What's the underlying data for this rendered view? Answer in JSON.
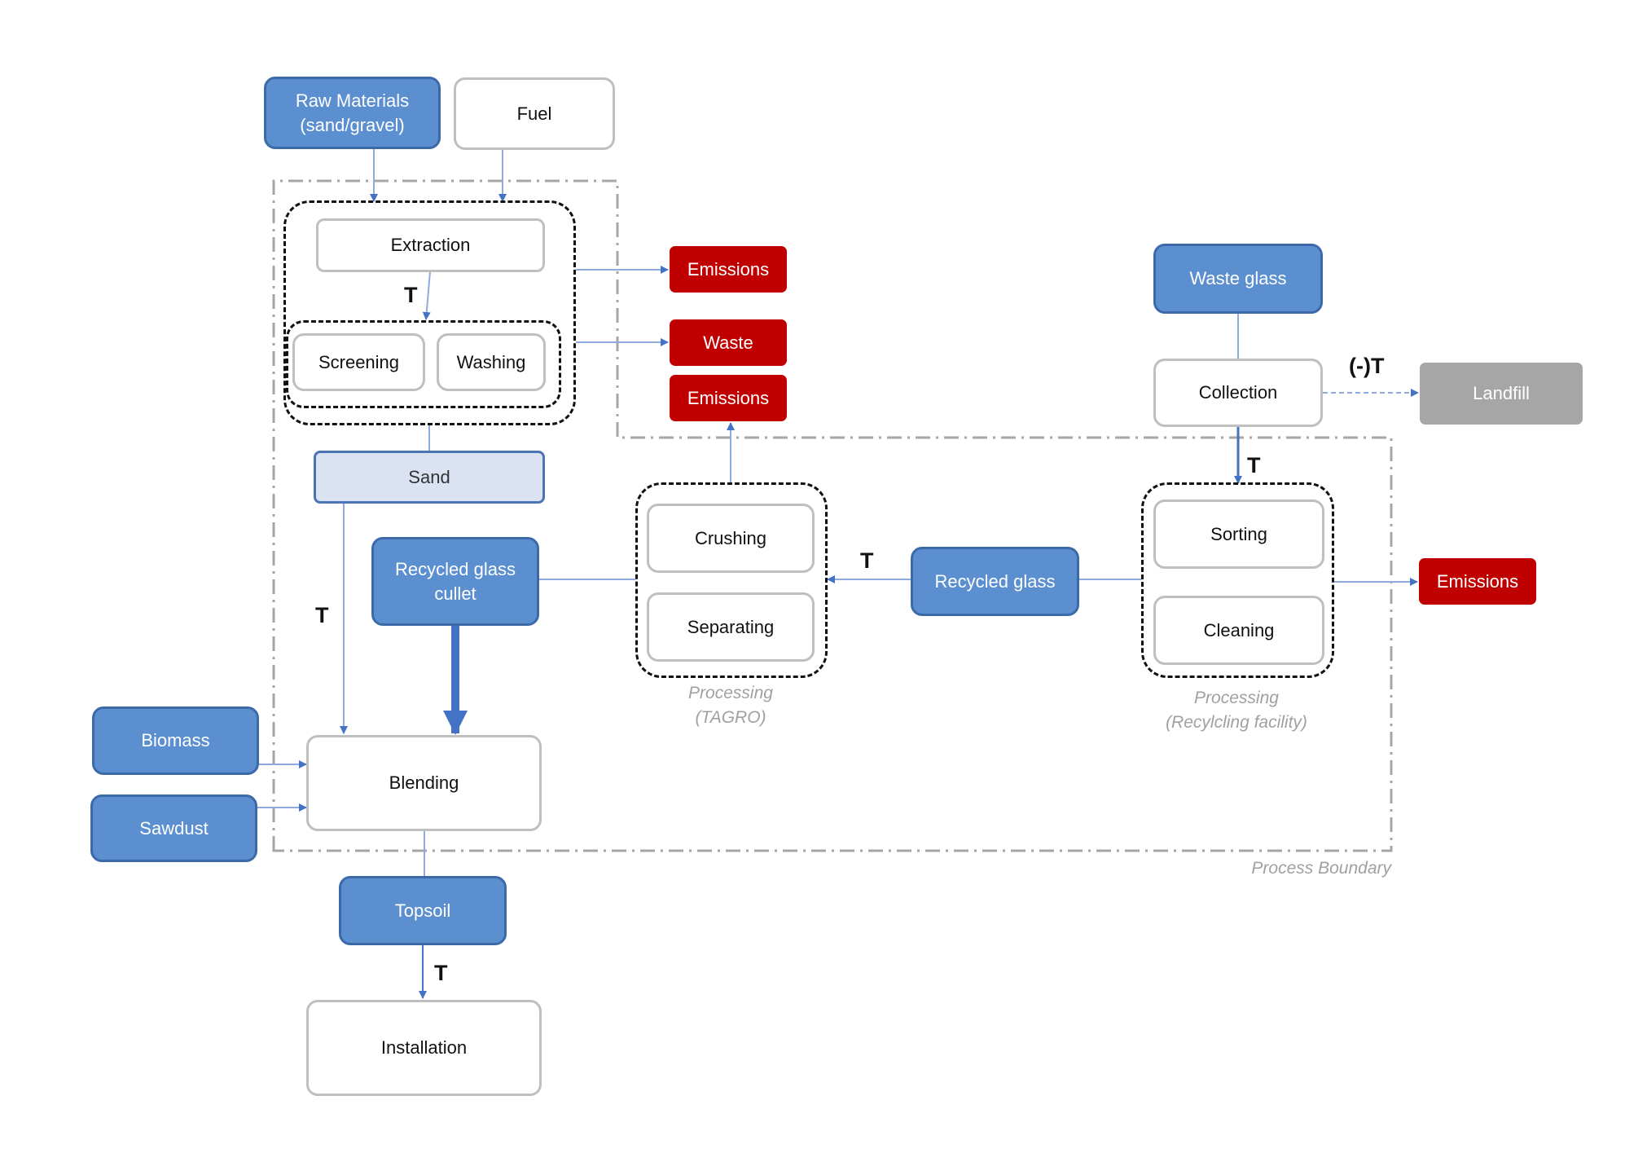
{
  "nodes": {
    "raw_materials": "Raw Materials\n(sand/gravel)",
    "fuel": "Fuel",
    "extraction": "Extraction",
    "screening": "Screening",
    "washing": "Washing",
    "emissions_extraction": "Emissions",
    "waste": "Waste",
    "emissions_crushing": "Emissions",
    "waste_glass": "Waste glass",
    "collection": "Collection",
    "landfill": "Landfill",
    "sand": "Sand",
    "recycled_glass_cullet": "Recycled glass\ncullet",
    "crushing": "Crushing",
    "separating": "Separating",
    "recycled_glass": "Recycled glass",
    "sorting": "Sorting",
    "cleaning": "Cleaning",
    "emissions_processing": "Emissions",
    "biomass": "Biomass",
    "sawdust": "Sawdust",
    "blending": "Blending",
    "topsoil": "Topsoil",
    "installation": "Installation"
  },
  "labels": {
    "t_extraction": "T",
    "negative_t": "(-)T",
    "t_collection": "T",
    "t_recycled": "T",
    "t_sand": "T",
    "t_topsoil": "T",
    "processing_tagro": "Processing\n(TAGRO)",
    "processing_facility": "Processing\n(Recylcling facility)",
    "process_boundary": "Process Boundary"
  },
  "colors": {
    "input_blue": "#5b8fd0",
    "output_red": "#c00000",
    "landfill_grey": "#a6a6a6",
    "sand_light_blue": "#dbe3f3",
    "arrow_blue": "#4472c4"
  }
}
